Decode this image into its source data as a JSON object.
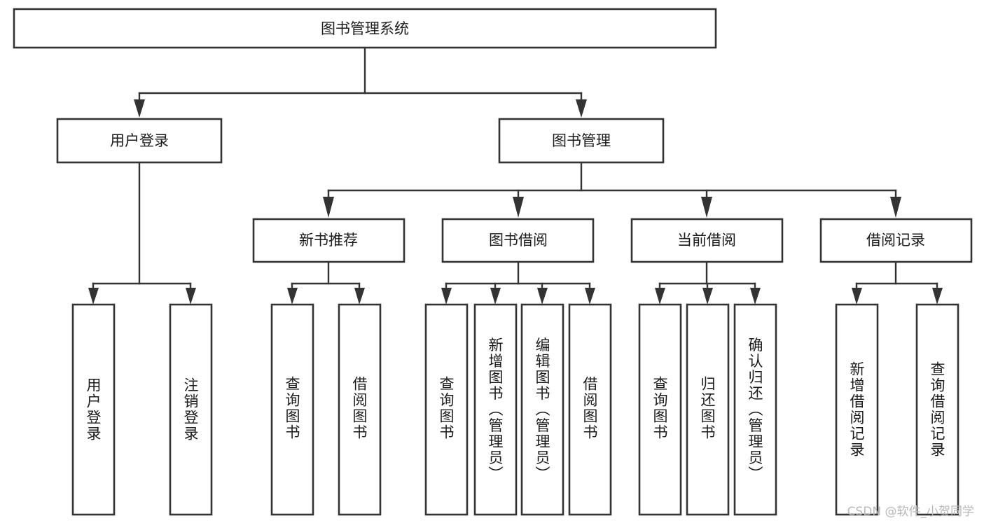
{
  "diagram": {
    "type": "tree",
    "title": "图书管理系统",
    "orientation": "top-down",
    "root": {
      "id": "root",
      "label": "图书管理系统"
    },
    "level2": [
      {
        "id": "user-login",
        "label": "用户登录"
      },
      {
        "id": "book-management",
        "label": "图书管理"
      }
    ],
    "level3": [
      {
        "id": "new-book-recommend",
        "label": "新书推荐",
        "parent": "book-management"
      },
      {
        "id": "book-borrow",
        "label": "图书借阅",
        "parent": "book-management"
      },
      {
        "id": "current-borrow",
        "label": "当前借阅",
        "parent": "book-management"
      },
      {
        "id": "borrow-record",
        "label": "借阅记录",
        "parent": "book-management"
      }
    ],
    "leaves": [
      {
        "id": "leaf-user-login",
        "label": "用户登录",
        "parent": "user-login"
      },
      {
        "id": "leaf-logout-login",
        "label": "注销登录",
        "parent": "user-login"
      },
      {
        "id": "leaf-query-book-1",
        "label": "查询图书",
        "parent": "new-book-recommend"
      },
      {
        "id": "leaf-borrow-book-1",
        "label": "借阅图书",
        "parent": "new-book-recommend"
      },
      {
        "id": "leaf-query-book-2",
        "label": "查询图书",
        "parent": "book-borrow"
      },
      {
        "id": "leaf-add-book",
        "label": "新增图书（管理员）",
        "parent": "book-borrow"
      },
      {
        "id": "leaf-edit-book",
        "label": "编辑图书（管理员）",
        "parent": "book-borrow"
      },
      {
        "id": "leaf-borrow-book-2",
        "label": "借阅图书",
        "parent": "book-borrow"
      },
      {
        "id": "leaf-query-book-3",
        "label": "查询图书",
        "parent": "current-borrow"
      },
      {
        "id": "leaf-return-book",
        "label": "归还图书",
        "parent": "current-borrow"
      },
      {
        "id": "leaf-confirm-return",
        "label": "确认归还（管理员）",
        "parent": "current-borrow"
      },
      {
        "id": "leaf-add-record",
        "label": "新增借阅记录",
        "parent": "borrow-record"
      },
      {
        "id": "leaf-query-record",
        "label": "查询借阅记录",
        "parent": "borrow-record"
      }
    ],
    "colors": {
      "node_fill": "#ffffff",
      "node_stroke": "#333333",
      "text": "#1b1b1b",
      "background": "#ffffff",
      "watermark": "#b9b9b9"
    }
  },
  "watermark": {
    "text": "CSDN @软件_小贺同学"
  }
}
